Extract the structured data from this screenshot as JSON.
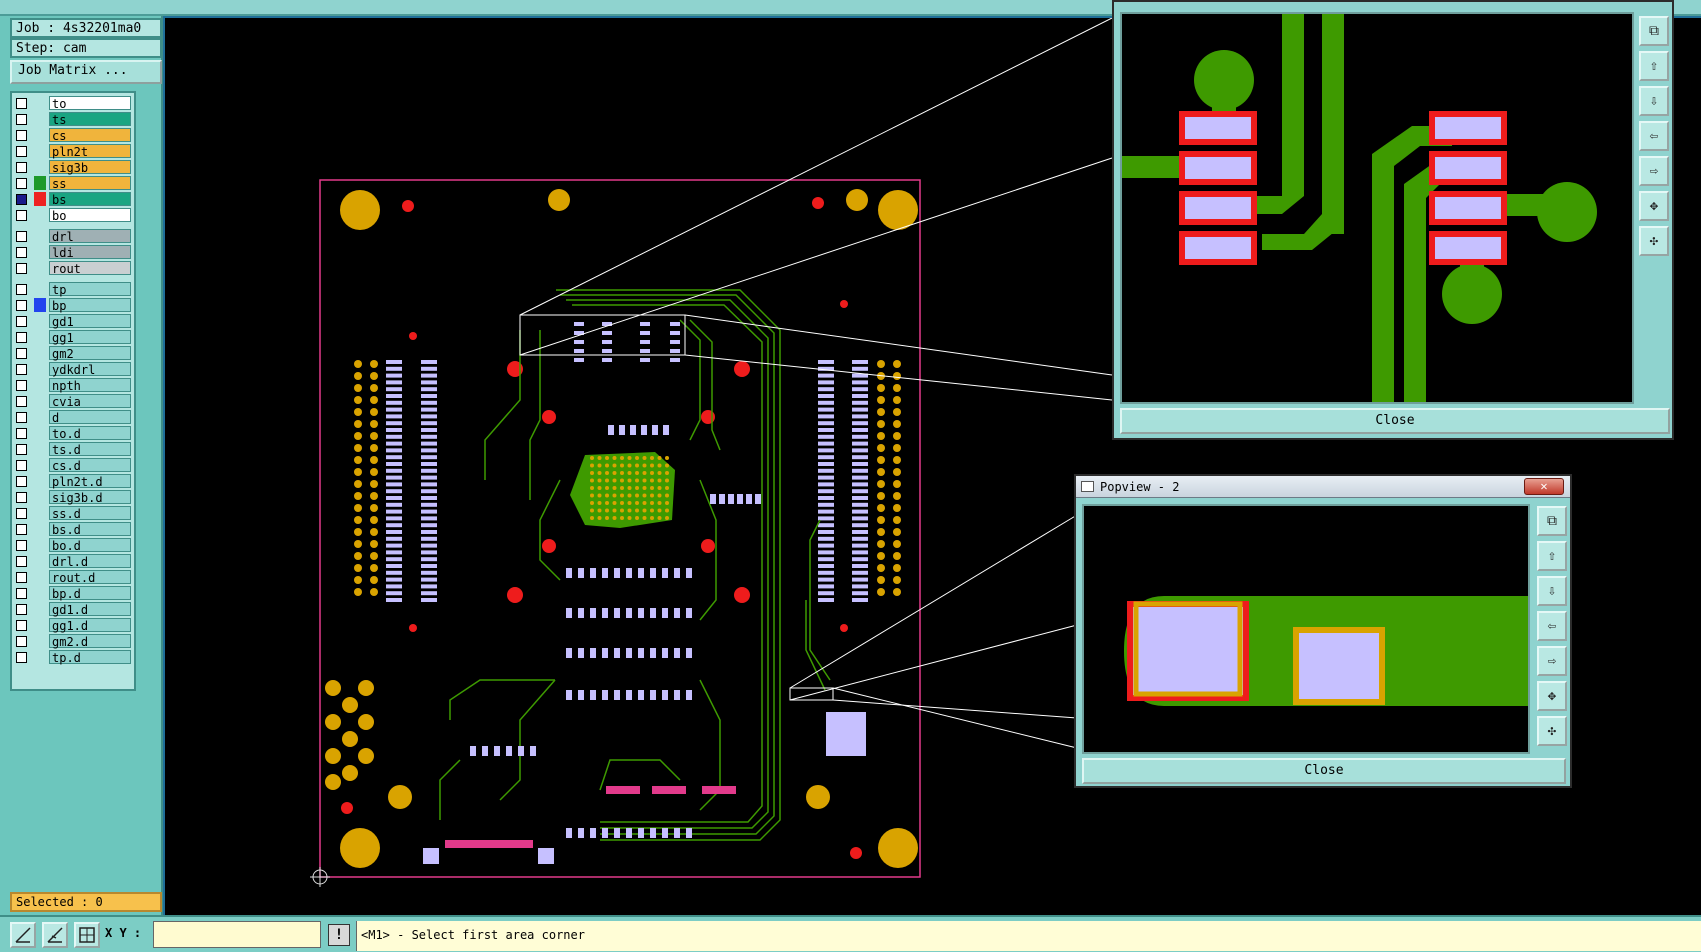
{
  "job_info": {
    "job": "Job : 4s32201ma0",
    "step": "Step: cam"
  },
  "job_matrix_label": "Job Matrix ...",
  "layer_groups": [
    [
      {
        "name": "to",
        "color": "#ffffff",
        "mark": "",
        "filled": false
      },
      {
        "name": "ts",
        "color": "#1aa582",
        "mark": "",
        "filled": false
      },
      {
        "name": "cs",
        "color": "#f0b43c",
        "mark": "",
        "filled": false
      },
      {
        "name": "pln2t",
        "color": "#f0b43c",
        "mark": "",
        "filled": false
      },
      {
        "name": "sig3b",
        "color": "#f0b43c",
        "mark": "",
        "filled": false
      },
      {
        "name": "ss",
        "color": "#f0b43c",
        "mark": "#1e9a2a",
        "filled": false
      },
      {
        "name": "bs",
        "color": "#1aa582",
        "mark": "#ee2222",
        "filled": true
      },
      {
        "name": "bo",
        "color": "#ffffff",
        "mark": "",
        "filled": false
      }
    ],
    [
      {
        "name": "drl",
        "color": "#9fb0b4",
        "mark": "",
        "filled": false
      },
      {
        "name": "ldi",
        "color": "#9fb0b4",
        "mark": "",
        "filled": false
      },
      {
        "name": "rout",
        "color": "#c9cfd1",
        "mark": "",
        "filled": false
      }
    ],
    [
      {
        "name": "tp",
        "color": "#8fd3cf",
        "mark": "",
        "filled": false
      },
      {
        "name": "bp",
        "color": "#8fd3cf",
        "mark": "#2244ee",
        "filled": false
      },
      {
        "name": "gd1",
        "color": "#8fd3cf",
        "mark": "",
        "filled": false
      },
      {
        "name": "gg1",
        "color": "#8fd3cf",
        "mark": "",
        "filled": false
      },
      {
        "name": "gm2",
        "color": "#8fd3cf",
        "mark": "",
        "filled": false
      },
      {
        "name": "ydkdrl",
        "color": "#8fd3cf",
        "mark": "",
        "filled": false
      },
      {
        "name": "npth",
        "color": "#8fd3cf",
        "mark": "",
        "filled": false
      },
      {
        "name": "cvia",
        "color": "#8fd3cf",
        "mark": "",
        "filled": false
      },
      {
        "name": "d",
        "color": "#8fd3cf",
        "mark": "",
        "filled": false
      },
      {
        "name": "to.d",
        "color": "#8fd3cf",
        "mark": "",
        "filled": false
      },
      {
        "name": "ts.d",
        "color": "#8fd3cf",
        "mark": "",
        "filled": false
      },
      {
        "name": "cs.d",
        "color": "#8fd3cf",
        "mark": "",
        "filled": false
      },
      {
        "name": "pln2t.d",
        "color": "#8fd3cf",
        "mark": "",
        "filled": false
      },
      {
        "name": "sig3b.d",
        "color": "#8fd3cf",
        "mark": "",
        "filled": false
      },
      {
        "name": "ss.d",
        "color": "#8fd3cf",
        "mark": "",
        "filled": false
      },
      {
        "name": "bs.d",
        "color": "#8fd3cf",
        "mark": "",
        "filled": false
      },
      {
        "name": "bo.d",
        "color": "#8fd3cf",
        "mark": "",
        "filled": false
      },
      {
        "name": "drl.d",
        "color": "#8fd3cf",
        "mark": "",
        "filled": false
      },
      {
        "name": "rout.d",
        "color": "#8fd3cf",
        "mark": "",
        "filled": false
      },
      {
        "name": "bp.d",
        "color": "#8fd3cf",
        "mark": "",
        "filled": false
      },
      {
        "name": "gd1.d",
        "color": "#8fd3cf",
        "mark": "",
        "filled": false
      },
      {
        "name": "gg1.d",
        "color": "#8fd3cf",
        "mark": "",
        "filled": false
      },
      {
        "name": "gm2.d",
        "color": "#8fd3cf",
        "mark": "",
        "filled": false
      },
      {
        "name": "tp.d",
        "color": "#8fd3cf",
        "mark": "",
        "filled": false
      }
    ]
  ],
  "selected_label": "Selected : 0",
  "coord": {
    "label": "X Y :",
    "value": ""
  },
  "warn_icon": "!",
  "status_message": "<M1> - Select first area corner",
  "popview1": {
    "title": "",
    "close_label": "Close"
  },
  "popview2": {
    "title": "Popview - 2",
    "close_label": "Close"
  },
  "colors": {
    "trace": "#3e9a00",
    "pad": "#c6c0ff",
    "pad_outline": "#ee1c1c",
    "copper": "#d9a300",
    "outline": "#e23a8b",
    "via": "#ee1c1c"
  }
}
